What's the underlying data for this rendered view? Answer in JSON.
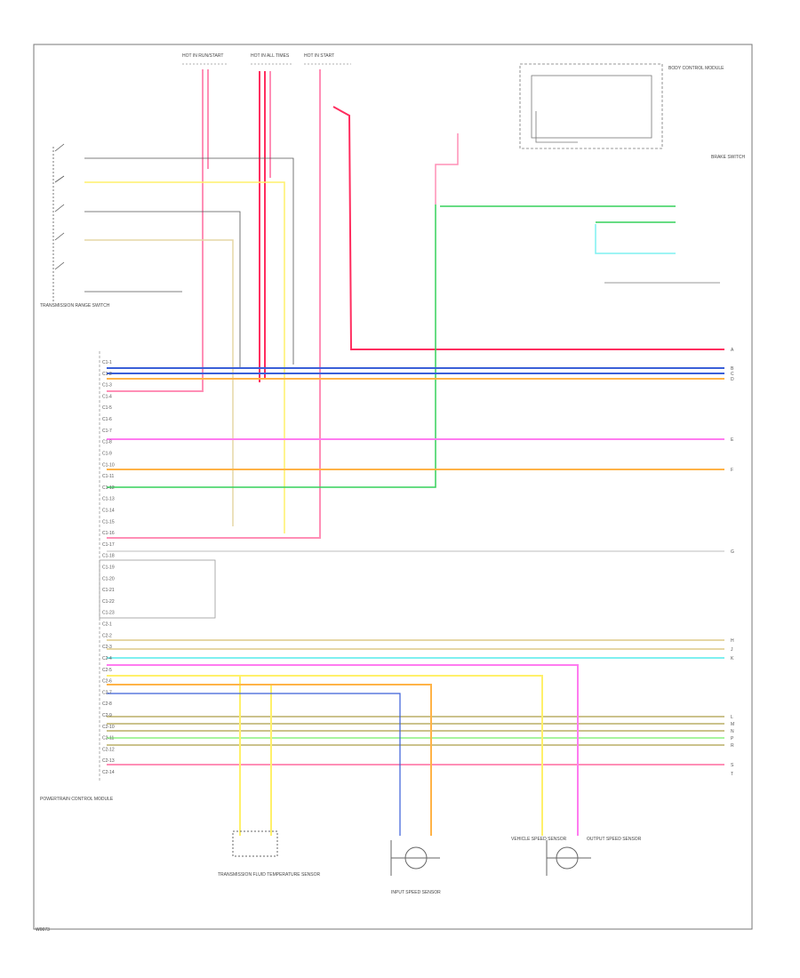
{
  "footer_code": "W0073",
  "colors": {
    "frame": "#777777",
    "pink": "#ff8fb6",
    "red": "#ff2d5f",
    "yellow": "#fff06a",
    "orange": "#ffb347",
    "blue": "#3a5fd8",
    "green": "#35d15a",
    "magenta": "#ff7cf0",
    "cyan": "#7ff0f0",
    "tan": "#e6d7a5",
    "gray": "#bdbdbd",
    "lightgreen": "#a7f5a0",
    "olive": "#cbc28c"
  },
  "top_fuses": {
    "f1": "HOT IN RUN/START",
    "f2": "HOT IN ALL TIMES",
    "f3": "HOT IN START"
  },
  "bcm_label": "BODY CONTROL MODULE",
  "switch_label": "TRANSMISSION RANGE SWITCH",
  "brake_label": "BRAKE SWITCH",
  "sensor_labels": {
    "trans_fluid_temp": "TRANSMISSION FLUID TEMPERATURE SENSOR",
    "input_speed": "INPUT SPEED SENSOR",
    "output_speed_1": "VEHICLE SPEED SENSOR",
    "output_speed_2": "OUTPUT SPEED SENSOR"
  },
  "pcm_label": "POWERTRAIN CONTROL MODULE",
  "pcm_pins": [
    "C1-1",
    "C1-2",
    "C1-3",
    "C1-4",
    "C1-5",
    "C1-6",
    "C1-7",
    "C1-8",
    "C1-9",
    "C1-10",
    "C1-11",
    "C1-12",
    "C1-13",
    "C1-14",
    "C1-15",
    "C1-16",
    "C1-17",
    "C1-18",
    "C1-19",
    "C1-20",
    "C1-21",
    "C1-22",
    "C1-23",
    "C2-1",
    "C2-2",
    "C2-3",
    "C2-4",
    "C2-5",
    "C2-6",
    "C2-7",
    "C2-8",
    "C2-9",
    "C2-10",
    "C2-11",
    "C2-12",
    "C2-13",
    "C2-14"
  ],
  "right_codes": [
    "A",
    "B",
    "C",
    "D",
    "E",
    "F",
    "G",
    "H",
    "J",
    "K",
    "L",
    "M",
    "N",
    "P",
    "R",
    "S",
    "T"
  ]
}
